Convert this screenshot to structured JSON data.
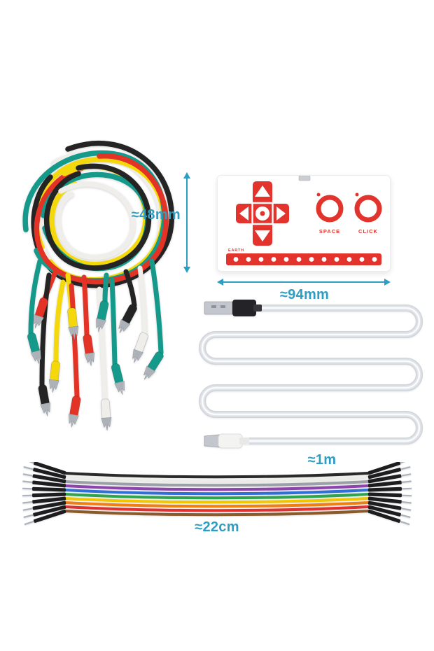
{
  "photo": {
    "dimensions": {
      "board_height": "≈48mm",
      "board_width": "≈94mm",
      "usb_cable_length": "≈1m",
      "jumper_wires_length": "≈22cm"
    },
    "board": {
      "space_label": "SPACE",
      "click_label": "CLICK",
      "earth_label": "EARTH"
    },
    "colors": {
      "accent_teal": "#2e9dc2",
      "board_red": "#e2342c",
      "wire_black": "#242424",
      "wire_white": "#efeeea",
      "wire_red": "#e33226",
      "wire_yellow": "#f4d80c",
      "wire_green": "#15998a",
      "cable_gray": "#dfe3e8",
      "jumper_1": "#2a2a2a",
      "jumper_2": "#ecebe7",
      "jumper_3": "#9aa0a6",
      "jumper_4": "#8e44ad",
      "jumper_5": "#2e6fd8",
      "jumper_6": "#2ea44f",
      "jumper_7": "#f2c500",
      "jumper_8": "#f07f13",
      "jumper_9": "#e03131",
      "jumper_10": "#8a5a2b"
    }
  }
}
